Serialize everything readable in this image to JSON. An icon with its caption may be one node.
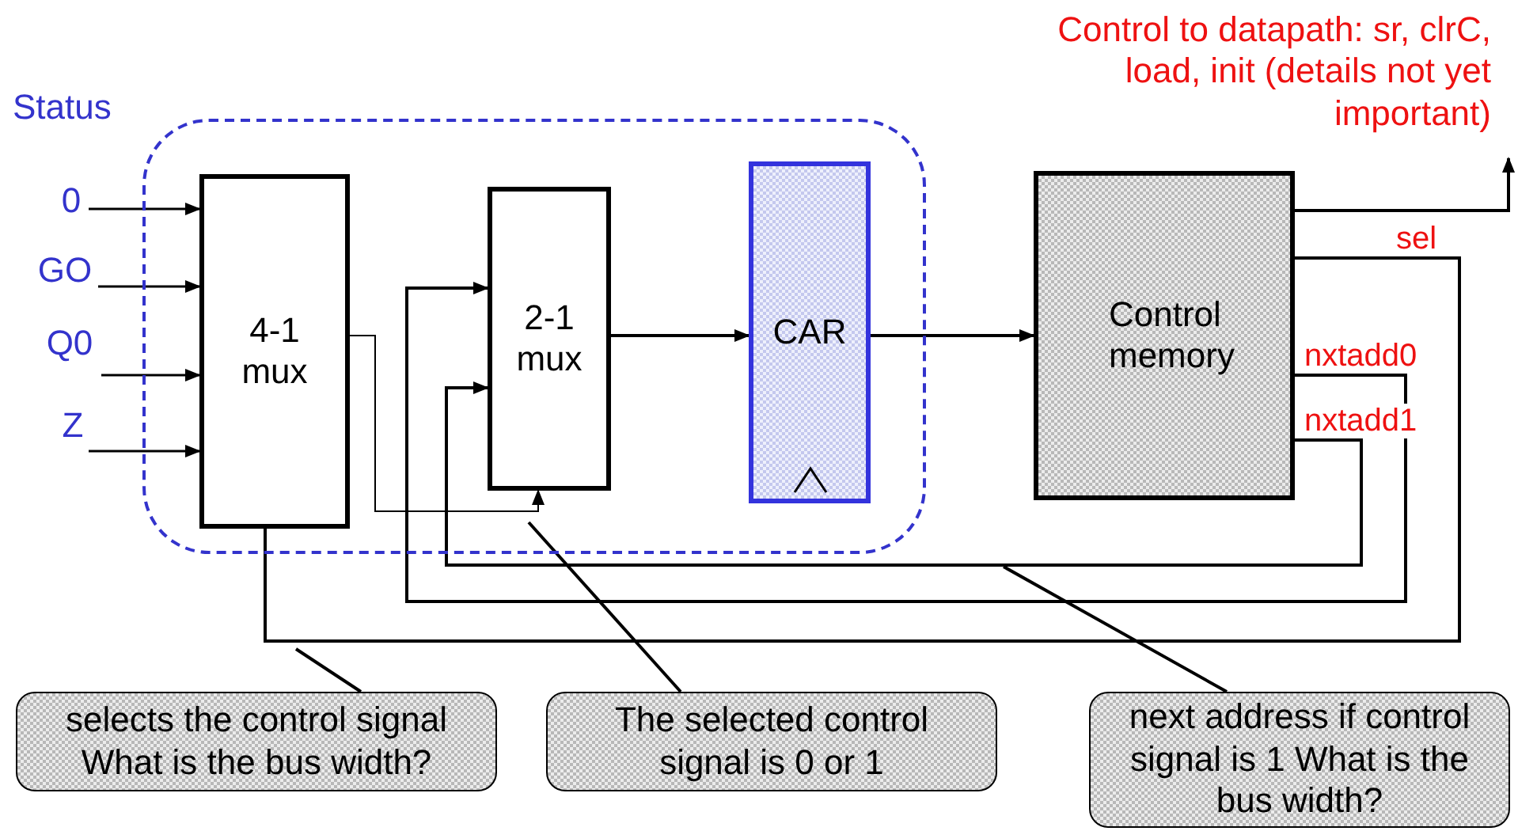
{
  "diagram": {
    "nodes": [
      {
        "text": [],
        "shape": "box"
      },
      {
        "text": [
          "0"
        ]
      },
      {
        "text": [
          "GO"
        ]
      },
      {
        "text": [
          "Q0"
        ]
      },
      {
        "text": [
          "Z"
        ]
      },
      {
        "text": [
          "4-1 mux"
        ],
        "in": 0
      },
      {
        "text": [
          "2-1 mux"
        ],
        "in": 0
      },
      {
        "text": [
          "CAR"
        ],
        "in": 0
      },
      {
        "text": [
          "Control memory"
        ]
      },
      {
        "text": [
          "Control to datapath: sr, clrC, load, init (details not yet important)"
        ]
      },
      {
        "text": [
          "selects the control signal What is the bus width?"
        ]
      },
      {
        "text": [
          "The selected control signal is 0 or 1"
        ]
      },
      {
        "text": [
          "next address if control signal is 1 What is the bus width?"
        ]
      }
    ],
    "edges": [
      {
        "from": 1,
        "to": 5,
        "arrow": "to"
      },
      {
        "from": 2,
        "to": 5,
        "arrow": "to"
      },
      {
        "from": 3,
        "to": 5,
        "arrow": "to"
      },
      {
        "from": 4,
        "to": 5,
        "arrow": "to"
      },
      {
        "from": 5,
        "to": 6,
        "arrow": "to"
      },
      {
        "from": 6,
        "to": 7,
        "arrow": "to"
      },
      {
        "from": 7,
        "to": 8,
        "arrow": "to"
      },
      {
        "from": 8,
        "to": 9,
        "arrow": "to"
      },
      {
        "from": 8,
        "to": 5,
        "arrow": "none",
        "label": "sel"
      },
      {
        "from": 8,
        "to": 6,
        "arrow": "to",
        "label": "nxtadd0"
      },
      {
        "from": 8,
        "to": 6,
        "arrow": "to",
        "label": "nxtadd1"
      },
      {
        "from": 10,
        "to": null,
        "arrow": "none"
      },
      {
        "from": 11,
        "to": null,
        "arrow": "none"
      },
      {
        "from": 12,
        "to": null,
        "arrow": "none"
      }
    ],
    "labels": [
      "Status"
    ]
  }
}
